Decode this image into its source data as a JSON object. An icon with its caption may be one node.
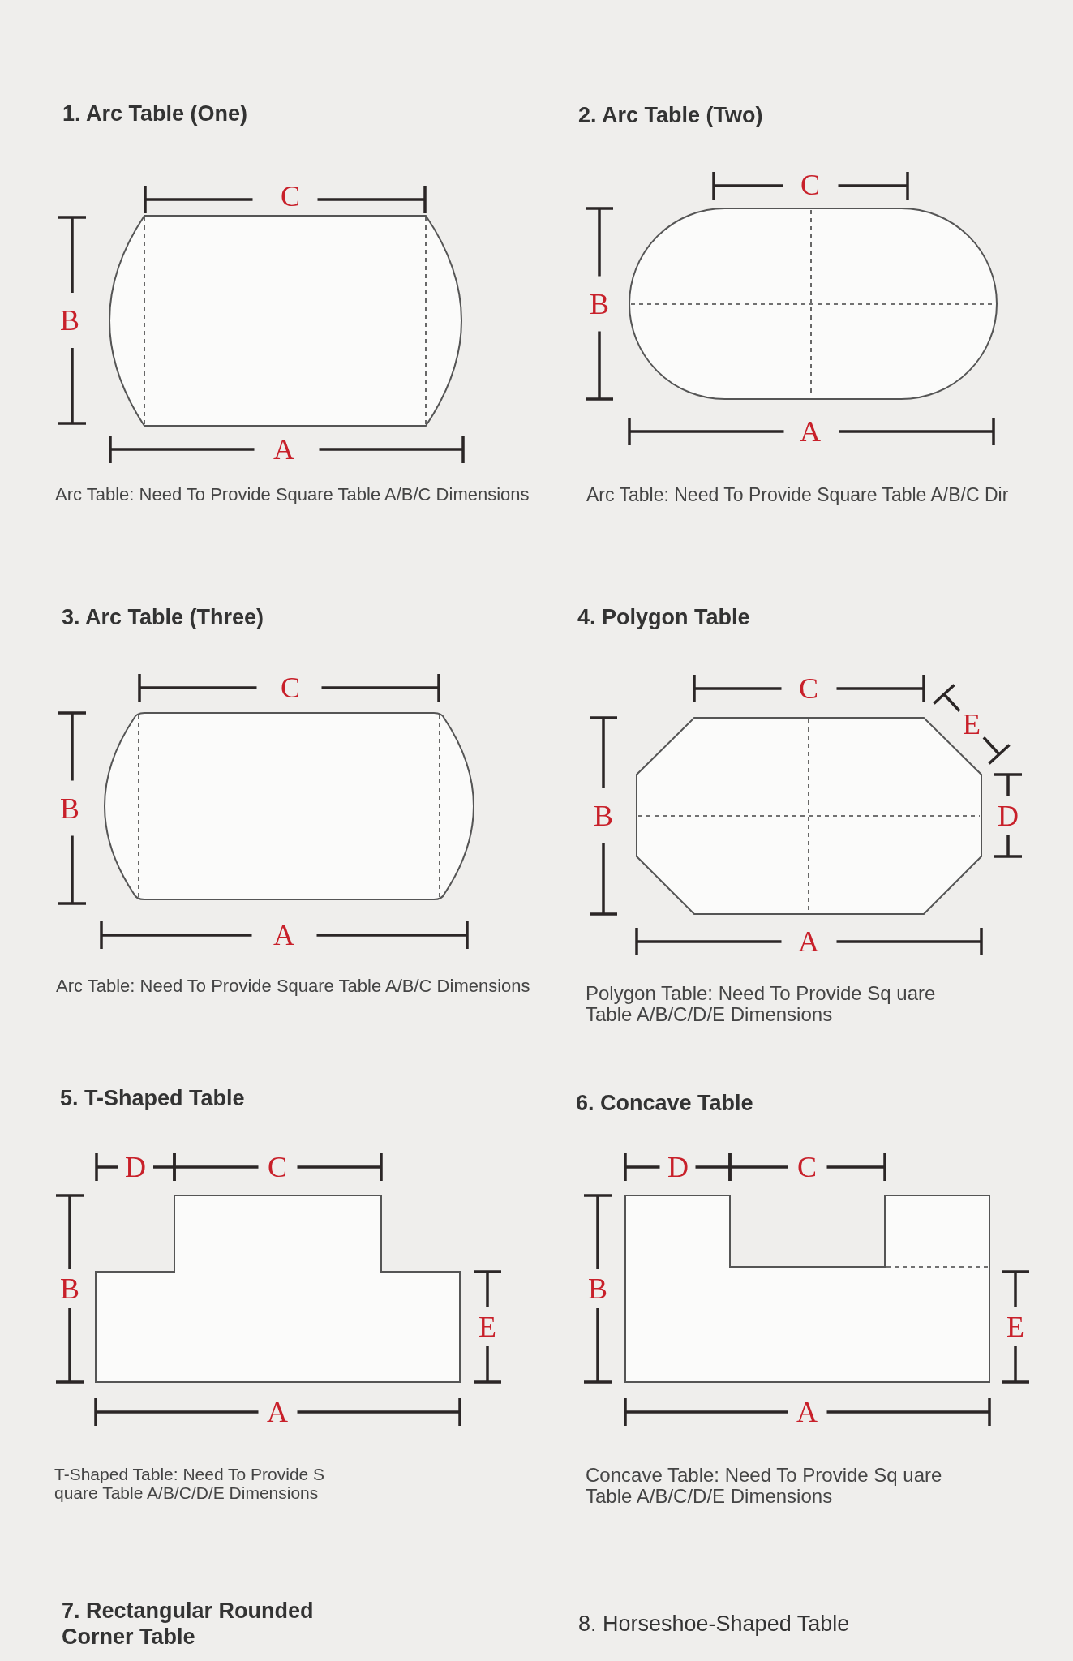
{
  "diagram": {
    "labels": [
      "1. Arc Table (One)",
      "2. Arc Table (Two)",
      "C",
      "C",
      "B",
      "B",
      "A",
      "A",
      "Arc Table: Need To Provide Square Table A/B/C Dimensions",
      "Arc Table: Need To Provide Square Table A/B/C Dir",
      "3. Arc Table (Three)",
      "4. Polygon Table",
      "C",
      "C",
      "E",
      "B",
      "B",
      "D",
      "A",
      "A",
      "Arc Table: Need To Provide Square Table A/B/C Dimensions",
      "Polygon Table: Need To Provide Sq uare Table A/B/C/D/E Dimensions",
      "5. T-Shaped Table",
      "6. Concave Table",
      "D",
      "C",
      "D",
      "C",
      "B",
      "E",
      "B",
      "E",
      "A",
      "A",
      "T-Shaped Table: Need To Provide S quare Table A/B/C/D/E Dimensions",
      "Concave Table: Need To Provide Sq uare Table A/B/C/D/E Dimensions",
      "7. Rectangular Rounded Corner Table",
      "8. Horseshoe-Shaped Table"
    ]
  }
}
